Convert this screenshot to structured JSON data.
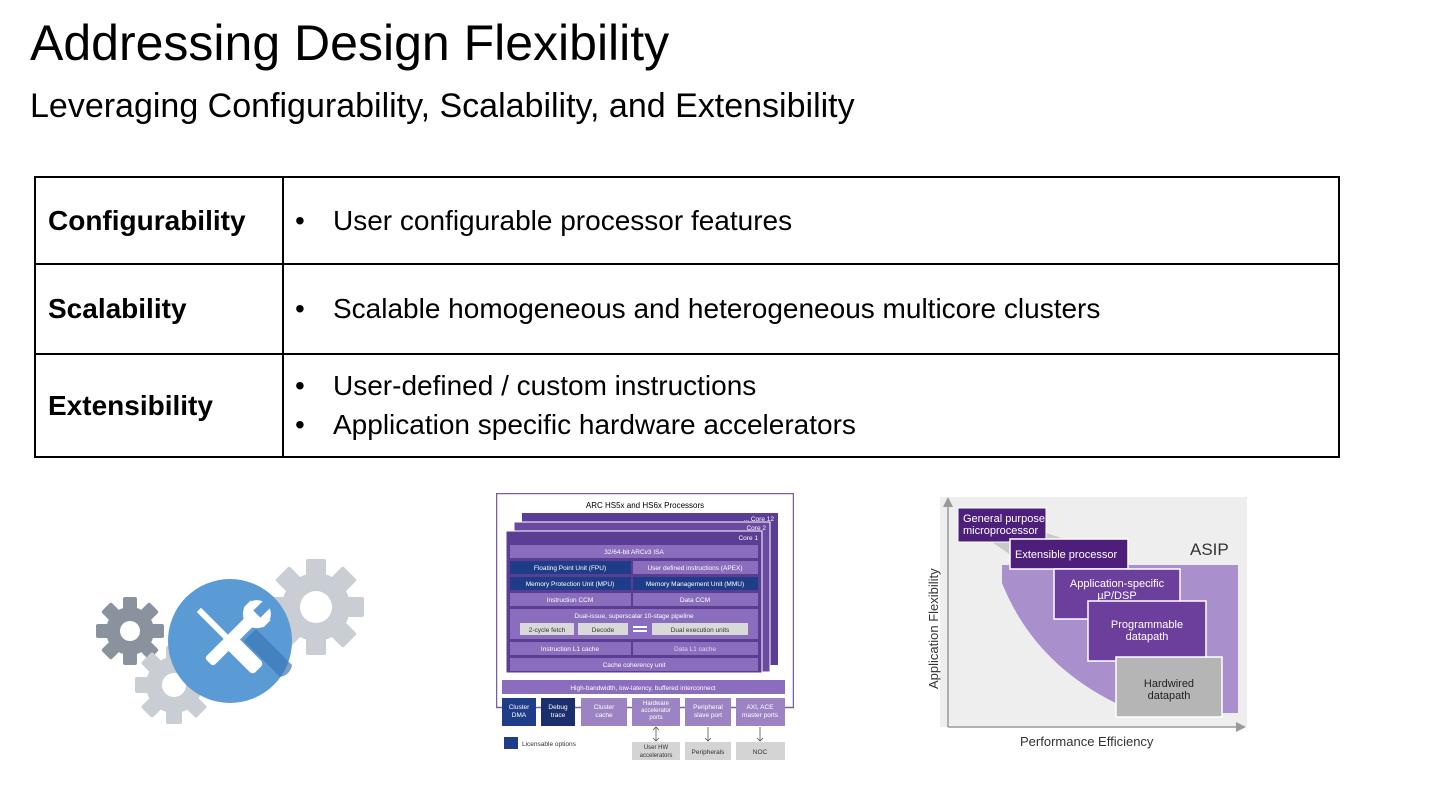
{
  "slide": {
    "title": "Addressing Design Flexibility",
    "subtitle": "Leveraging Configurability, Scalability, and Extensibility"
  },
  "table": [
    {
      "label": "Configurability",
      "bullets": [
        "User configurable processor features"
      ]
    },
    {
      "label": "Scalability",
      "bullets": [
        "Scalable homogeneous and heterogeneous multicore clusters"
      ]
    },
    {
      "label": "Extensibility",
      "bullets": [
        "User-defined / custom instructions",
        "Application specific hardware accelerators"
      ]
    }
  ],
  "icon": {
    "name": "tools-gears-icon"
  },
  "arc": {
    "title": "ARC HS5x and HS6x Processors",
    "core_n": "... Core 12",
    "core_2": "Core 2",
    "core_1": "Core 1",
    "isa": "32/64-bit ARCv3 ISA",
    "fpu": "Floating Point Unit (FPU)",
    "apex": "User defined instructions (APEX)",
    "mpu": "Memory Protection Unit (MPU)",
    "mmu": "Memory Management Unit (MMU)",
    "iccm": "Instruction CCM",
    "dccm": "Data CCM",
    "pipeline": "Dual-issue, superscalar 10-stage pipeline",
    "fetch": "2-cycle fetch",
    "decode": "Decode",
    "exec": "Dual execution units",
    "il1": "Instruction L1 cache",
    "dl1": "Data L1 cache",
    "coherency": "Cache coherency unit",
    "interconnect": "High-bandwidth, low-latency, buffered interconnect",
    "dma": [
      "Cluster",
      "DMA"
    ],
    "debug": [
      "Debug",
      "trace"
    ],
    "ccache": [
      "Cluster",
      "cache"
    ],
    "hwacc": [
      "Hardware",
      "accelerator",
      "ports"
    ],
    "periph_port": [
      "Peripheral",
      "slave port"
    ],
    "axi": [
      "AXI, ACE",
      "master ports"
    ],
    "ext_hw": [
      "User HW",
      "accelerators"
    ],
    "ext_periph": "Peripherals",
    "ext_noc": "NOC",
    "legend": "Licensable options",
    "colors": {
      "frame": "#7b5aa6",
      "core": "#5c3d94",
      "dark": "#3d2478",
      "blue": "#1f3c88",
      "navy": "#1b2f6e",
      "light": "#9c84c4",
      "gray": "#d4d4d4"
    }
  },
  "flex": {
    "ylabel": "Application Flexibility",
    "xlabel": "Performance Efficiency",
    "asip": "ASIP",
    "gp": [
      "General purpose",
      "microprocessor"
    ],
    "ext": "Extensible processor",
    "app": [
      "Application-specific",
      "µP/DSP"
    ],
    "prog": [
      "Programmable",
      "datapath"
    ],
    "hw": [
      "Hardwired",
      "datapath"
    ],
    "colors": {
      "dark": "#4e1f7a",
      "mid": "#6d3f9c",
      "band": "#a98fcc",
      "gray": "#b5b5b5",
      "bg": "#eeeeee"
    }
  }
}
